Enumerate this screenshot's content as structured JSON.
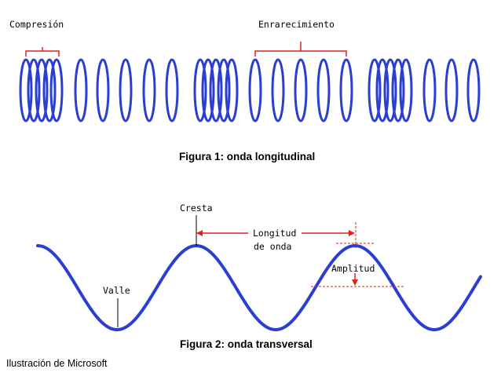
{
  "figure1": {
    "label_compression": "Compresión",
    "label_rarefaction": "Enrarecimiento",
    "caption": "Figura 1: onda longitudinal"
  },
  "figure2": {
    "label_crest": "Cresta",
    "label_wavelength_line1": "Longitud",
    "label_wavelength_line2": "de onda",
    "label_amplitude": "Amplitud",
    "label_trough": "Valle",
    "caption": "Figura 2: onda transversal"
  },
  "credit": "Ilustración de Microsoft",
  "colors": {
    "wave": "#2a3fd1",
    "annotation": "#e0201c",
    "text": "#000000",
    "background": "#ffffff"
  }
}
